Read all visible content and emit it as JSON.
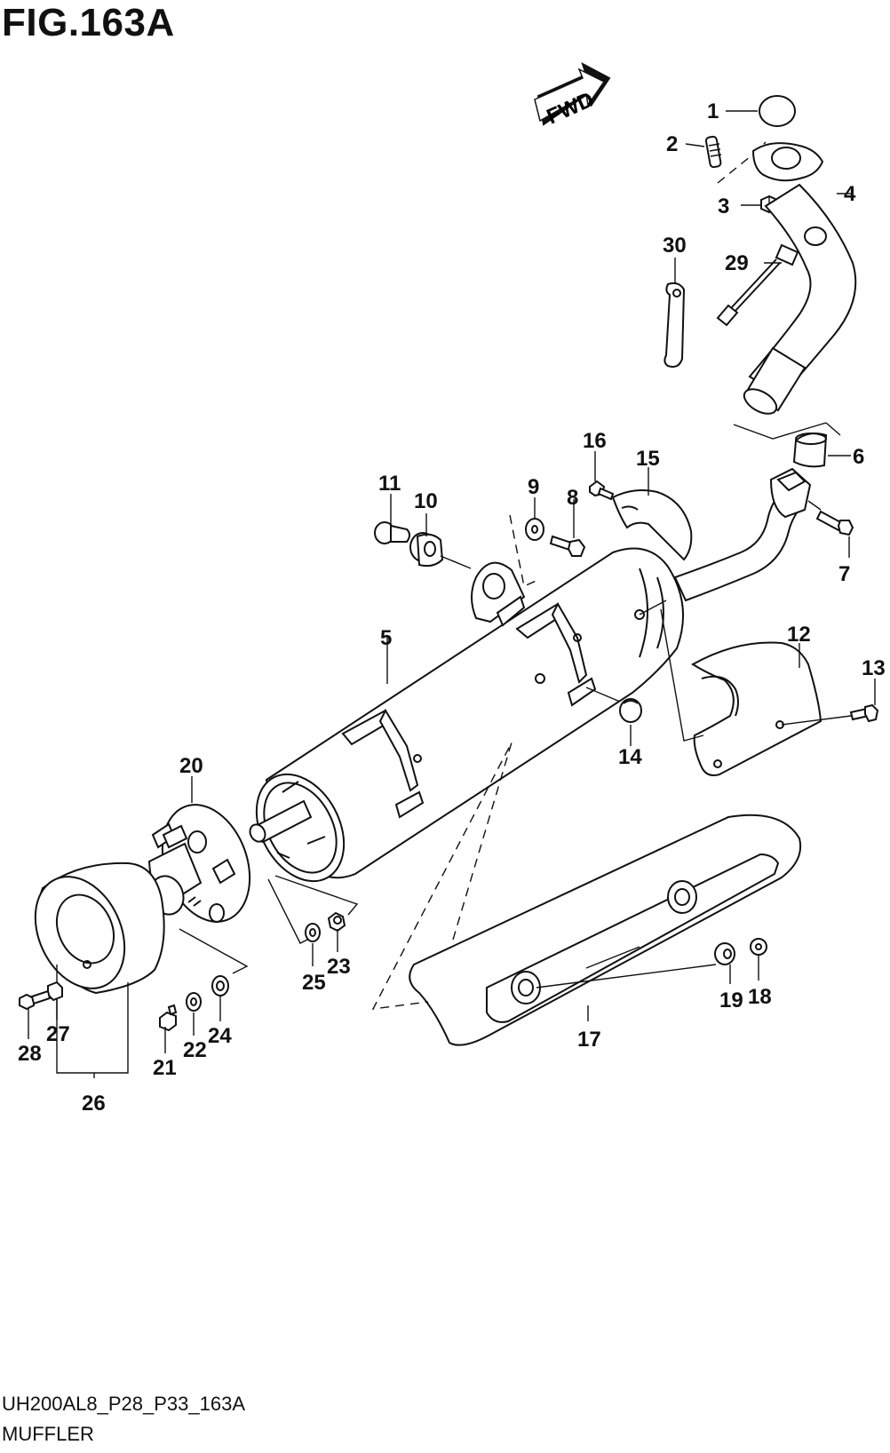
{
  "figure": {
    "title": "FIG.163A",
    "code": "UH200AL8_P28_P33_163A",
    "subtitle": "MUFFLER",
    "fwd_label": "FWD"
  },
  "callouts": [
    {
      "id": "c1",
      "text": "1"
    },
    {
      "id": "c2",
      "text": "2"
    },
    {
      "id": "c3",
      "text": "3"
    },
    {
      "id": "c4",
      "text": "4"
    },
    {
      "id": "c5",
      "text": "5"
    },
    {
      "id": "c6",
      "text": "6"
    },
    {
      "id": "c7",
      "text": "7"
    },
    {
      "id": "c8",
      "text": "8"
    },
    {
      "id": "c9",
      "text": "9"
    },
    {
      "id": "c10",
      "text": "10"
    },
    {
      "id": "c11",
      "text": "11"
    },
    {
      "id": "c12",
      "text": "12"
    },
    {
      "id": "c13",
      "text": "13"
    },
    {
      "id": "c14",
      "text": "14"
    },
    {
      "id": "c15",
      "text": "15"
    },
    {
      "id": "c16",
      "text": "16"
    },
    {
      "id": "c17",
      "text": "17"
    },
    {
      "id": "c18",
      "text": "18"
    },
    {
      "id": "c19",
      "text": "19"
    },
    {
      "id": "c20",
      "text": "20"
    },
    {
      "id": "c21",
      "text": "21"
    },
    {
      "id": "c22",
      "text": "22"
    },
    {
      "id": "c23",
      "text": "23"
    },
    {
      "id": "c24",
      "text": "24"
    },
    {
      "id": "c25",
      "text": "25"
    },
    {
      "id": "c26",
      "text": "26"
    },
    {
      "id": "c27",
      "text": "27"
    },
    {
      "id": "c28",
      "text": "28"
    },
    {
      "id": "c29",
      "text": "29"
    },
    {
      "id": "c30",
      "text": "30"
    }
  ]
}
